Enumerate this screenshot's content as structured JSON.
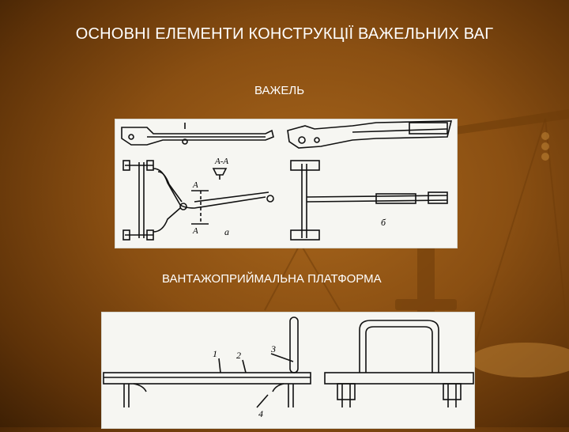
{
  "slide": {
    "title": "ОСНОВНІ ЕЛЕМЕНТИ КОНСТРУКЦІЇ ВАЖЕЛЬНИХ ВАГ",
    "lever_label": "ВАЖЕЛЬ",
    "platform_label": "ВАНТАЖОПРИЙМАЛЬНА ПЛАТФОРМА"
  },
  "lever_figure": {
    "section_label": "A-A",
    "marker_a1": "A",
    "marker_a2": "A",
    "caption_a": "а",
    "caption_b": "б"
  },
  "platform_figure": {
    "callout_1": "1",
    "callout_2": "2",
    "callout_3": "3",
    "callout_4": "4"
  }
}
